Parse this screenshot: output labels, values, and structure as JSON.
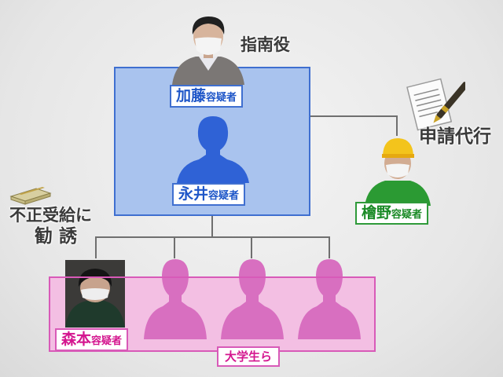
{
  "diagram": {
    "roles": {
      "kato_role": "指南役",
      "daikou": "申請代行",
      "kanyu_line1": "不正受給に",
      "kanyu_line2": "勧 誘"
    },
    "people": {
      "kato": {
        "name": "加藤",
        "suffix": "容疑者"
      },
      "nagai": {
        "name": "永井",
        "suffix": "容疑者"
      },
      "hiyama": {
        "name": "檜野",
        "suffix": "容疑者"
      },
      "morimoto": {
        "name": "森本",
        "suffix": "容疑者"
      }
    },
    "group": {
      "students_label": "大学生ら"
    }
  },
  "colors": {
    "blue_fill": "#a9c3ee",
    "blue_border": "#3f6fd0",
    "blue_text": "#1e56c8",
    "green_text": "#1a8a26",
    "pink_fill": "#f3bfe3",
    "pink_border": "#d85ab8",
    "pink_text": "#d4168f",
    "silhouette_blue": "#2f62d6",
    "silhouette_pink": "#d86fc0"
  }
}
